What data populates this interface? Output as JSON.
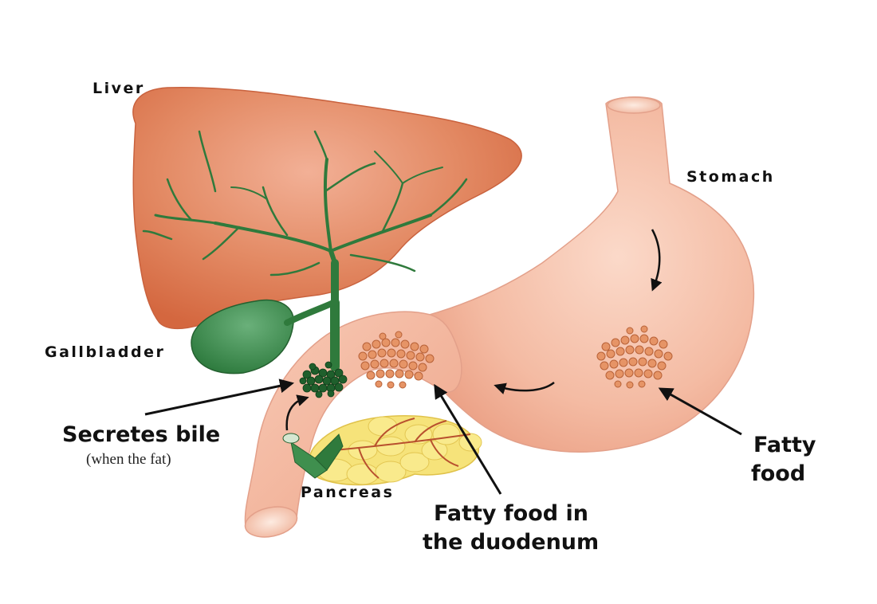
{
  "labels": {
    "liver": "Liver",
    "stomach": "Stomach",
    "gallbladder": "Gallbladder",
    "pancreas": "Pancreas",
    "secretes_bile": "Secretes bile",
    "secretes_bile_note": "(when the fat)",
    "fatty_food_stomach_line1": "Fatty",
    "fatty_food_stomach_line2": "food",
    "fatty_food_duodenum_line1": "Fatty food in",
    "fatty_food_duodenum_line2": "the duodenum"
  },
  "colors": {
    "liver": "#e08a66",
    "stomach": "#f3b7a0",
    "bile_duct": "#2f7a3c",
    "gallbladder": "#3f8f4e",
    "pancreas": "#f6e37a",
    "fat_droplet": "#e0885a",
    "arrow": "#111111"
  }
}
